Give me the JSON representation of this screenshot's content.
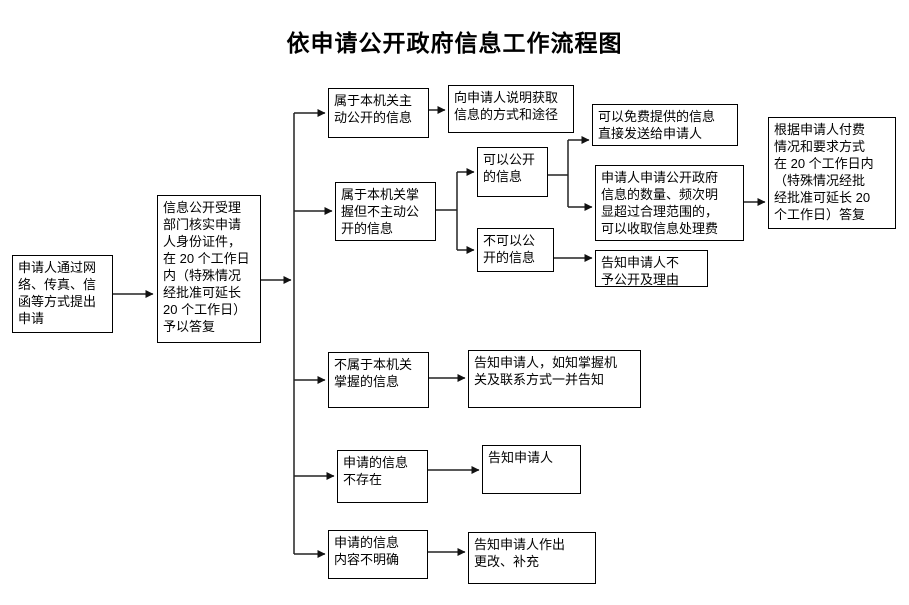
{
  "title": "依申请公开政府信息工作流程图",
  "colors": {
    "background": "#ffffff",
    "box_background": "#ffffff",
    "box_border": "#000000",
    "connector": "#222222",
    "text": "#000000"
  },
  "nodes": {
    "start": "申请人通过网\n络、传真、信\n函等方式提出\n申请",
    "accept": "信息公开受理\n部门核实申请\n人身份证件，\n在 20 个工作日\n内（特殊情况\n经批准可延长\n20 个工作日）\n予以答复",
    "proactive": "属于本机关主\n动公开的信息",
    "explain": "向申请人说明获取\n信息的方式和途径",
    "free": "可以免费提供的信息\n直接发送给申请人",
    "not_public": "属于本机关掌\n握但不主动公\n开的信息",
    "can_open": "可以公开\n的信息",
    "cannot_open": "不可以公\n开的信息",
    "fee": "申请人申请公开政府\n信息的数量、频次明\n显超过合理范围的，\n可以收取信息处理费",
    "reply": "根据申请人付费\n情况和要求方式\n在 20 个工作日内\n（特殊情况经批\n经批准可延长 20\n个工作日）答复",
    "refuse": "告知申请人不\n予公开及理由",
    "not_held": "不属于本机关\n掌握的信息",
    "inform_holder": "告知申请人，如知掌握机\n关及联系方式一并告知",
    "not_exist": "申请的信息\n不存在",
    "inform_applicant": "告知申请人",
    "unclear": "申请的信息\n内容不明确",
    "amend": "告知申请人作出\n更改、补充"
  }
}
